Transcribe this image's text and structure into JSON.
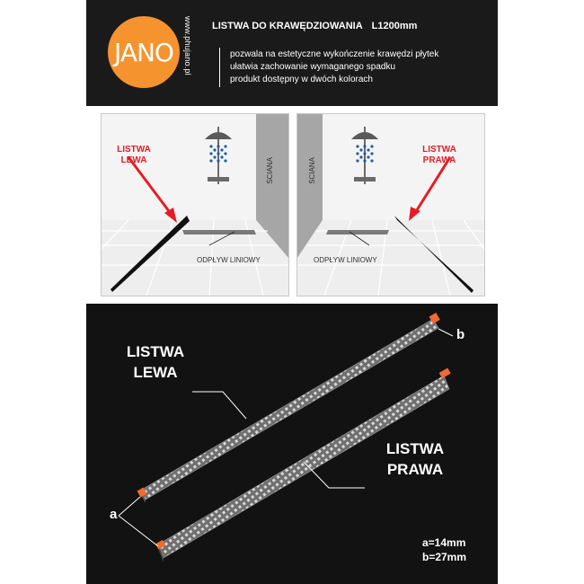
{
  "brand": {
    "logo_text": "JANO",
    "website": "www.phujano.pl",
    "color": "#f5932e"
  },
  "header": {
    "title": "LISTWA DO KRAWĘDZIOWANIA",
    "code": "L1200mm",
    "features": [
      "pozwala na estetyczne wykończenie krawędzi płytek",
      "ułatwia zachowanie wymaganego spadku",
      "produkt dostępny w dwóch kolorach"
    ]
  },
  "scenes": [
    {
      "label_line1": "LISTWA",
      "label_line2": "LEWA",
      "wall": "ŚCIANA",
      "drain": "ODPŁYW LINIOWY"
    },
    {
      "label_line1": "LISTWA",
      "label_line2": "PRAWA",
      "wall": "ŚCIANA",
      "drain": "ODPŁYW LINIOWY"
    }
  ],
  "product": {
    "left_line1": "LISTWA",
    "left_line2": "LEWA",
    "right_line1": "LISTWA",
    "right_line2": "PRAWA",
    "marker_a": "a",
    "marker_b": "b",
    "dim_a": "a=14mm",
    "dim_b": "b=27mm"
  },
  "colors": {
    "arrow": "#e61c24",
    "panel": "#1a1a1a",
    "wall": "#a6a6a6",
    "profile_end": "#f06a30"
  }
}
